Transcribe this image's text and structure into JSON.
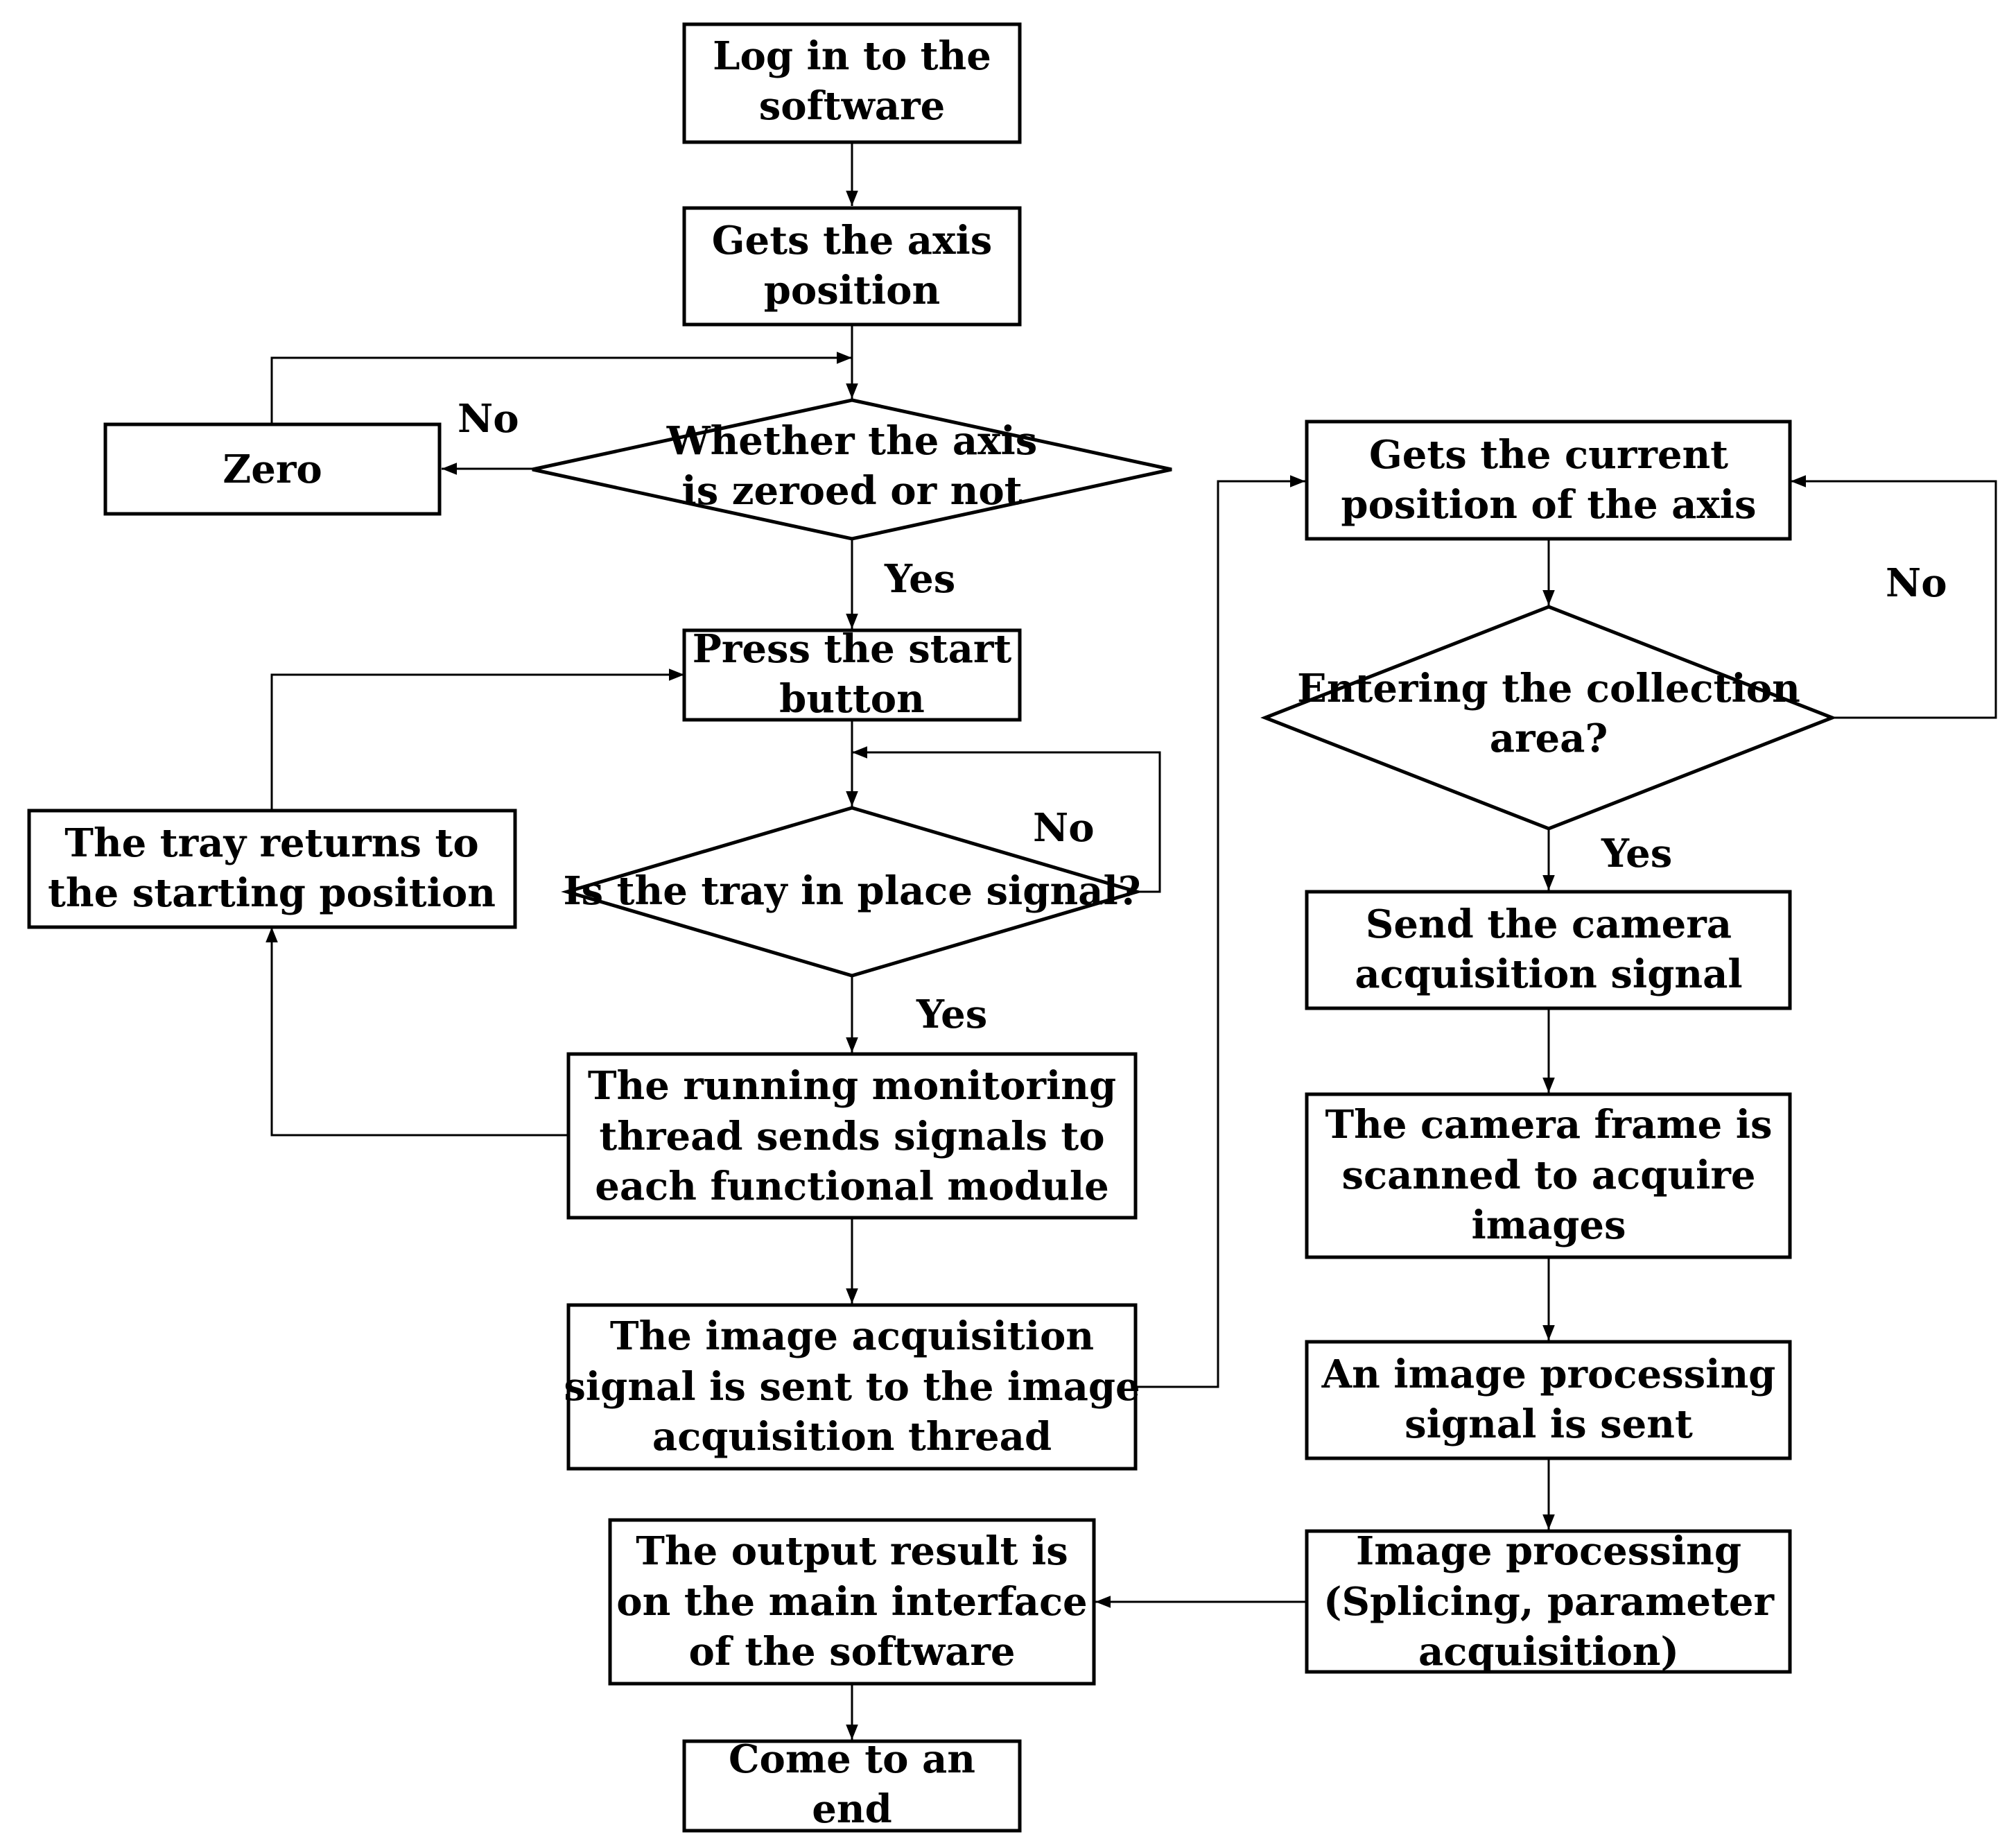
{
  "nodes": {
    "login": {
      "lines": [
        "Log in to the",
        "software"
      ]
    },
    "axis_pos": {
      "lines": [
        "Gets the axis",
        "position"
      ]
    },
    "zeroed_decision": {
      "lines": [
        "Whether the axis",
        "is zeroed or not"
      ]
    },
    "zero": {
      "lines": [
        "Zero"
      ]
    },
    "start_button": {
      "lines": [
        "Press the start",
        "button"
      ]
    },
    "tray_decision": {
      "lines": [
        "Is the tray in place signal?"
      ]
    },
    "tray_returns": {
      "lines": [
        "The tray returns to",
        "the starting position"
      ]
    },
    "monitoring": {
      "lines": [
        "The running monitoring",
        "thread sends signals to",
        "each functional module"
      ]
    },
    "acq_signal": {
      "lines": [
        "The image acquisition",
        "signal is sent to the image",
        "acquisition thread"
      ]
    },
    "output": {
      "lines": [
        "The output result is",
        "on the main interface",
        "of the software"
      ]
    },
    "end": {
      "lines": [
        "Come to an",
        "end"
      ]
    },
    "current_pos": {
      "lines": [
        "Gets the current",
        "position of the axis"
      ]
    },
    "area_decision": {
      "lines": [
        "Entering the collection",
        "area?"
      ]
    },
    "camera_signal": {
      "lines": [
        "Send the camera",
        "acquisition signal"
      ]
    },
    "camera_scan": {
      "lines": [
        "The camera frame is",
        "scanned to acquire",
        "images"
      ]
    },
    "proc_signal": {
      "lines": [
        "An image processing",
        "signal is sent"
      ]
    },
    "processing": {
      "lines": [
        "Image processing",
        "(Splicing, parameter",
        "acquisition)"
      ]
    }
  },
  "edge_labels": {
    "zero_no": "No",
    "zero_yes": "Yes",
    "tray_no": "No",
    "tray_yes": "Yes",
    "area_no": "No",
    "area_yes": "Yes"
  }
}
